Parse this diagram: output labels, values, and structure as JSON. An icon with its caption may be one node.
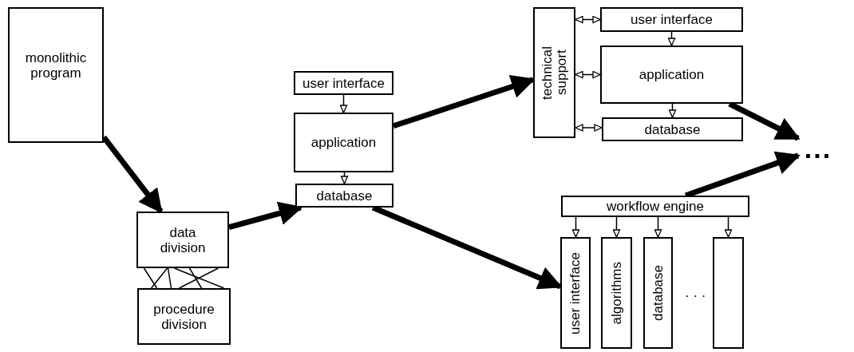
{
  "diagram": {
    "nodes": [
      {
        "text": [
          "monolithic program"
        ]
      },
      {
        "text": [
          "data division"
        ]
      },
      {
        "text": [
          "procedure division"
        ]
      },
      {
        "text": [
          "user interface"
        ]
      },
      {
        "text": [
          "application"
        ]
      },
      {
        "text": [
          "database"
        ]
      },
      {
        "text": [
          "technical support"
        ]
      },
      {
        "text": [
          "user interface"
        ]
      },
      {
        "text": [
          "application"
        ]
      },
      {
        "text": [
          "database"
        ]
      },
      {
        "text": [
          "workflow engine"
        ]
      },
      {
        "text": [
          "user interface"
        ]
      },
      {
        "text": [
          "algorithms"
        ]
      },
      {
        "text": [
          "database"
        ]
      },
      {
        "text": [],
        "shape": "box"
      },
      {
        "text": [
          "..."
        ]
      }
    ],
    "edges": [
      {
        "from": 0,
        "to": 1,
        "arrow": "to",
        "style": "thick"
      },
      {
        "from": 1,
        "to": 2,
        "arrow": "none"
      },
      {
        "from": 1,
        "to": 2,
        "arrow": "none"
      },
      {
        "from": 1,
        "to": 2,
        "arrow": "none"
      },
      {
        "from": 1,
        "to": 2,
        "arrow": "none"
      },
      {
        "from": 1,
        "to": 2,
        "arrow": "none"
      },
      {
        "from": 1,
        "to": 2,
        "arrow": "none"
      },
      {
        "from": 1,
        "to": 5,
        "arrow": "to",
        "style": "thick"
      },
      {
        "from": 3,
        "to": 4,
        "arrow": "to"
      },
      {
        "from": 4,
        "to": 5,
        "arrow": "to"
      },
      {
        "from": 4,
        "to": 6,
        "arrow": "to",
        "style": "thick"
      },
      {
        "from": 5,
        "to": 11,
        "arrow": "to",
        "style": "thick"
      },
      {
        "from": 6,
        "to": 7,
        "arrow": "both"
      },
      {
        "from": 6,
        "to": 8,
        "arrow": "both"
      },
      {
        "from": 6,
        "to": 9,
        "arrow": "both"
      },
      {
        "from": 7,
        "to": 8,
        "arrow": "to"
      },
      {
        "from": 8,
        "to": 9,
        "arrow": "to"
      },
      {
        "from": 10,
        "to": 11,
        "arrow": "to"
      },
      {
        "from": 10,
        "to": 12,
        "arrow": "to"
      },
      {
        "from": 10,
        "to": 13,
        "arrow": "to"
      },
      {
        "from": 10,
        "to": 14,
        "arrow": "to"
      },
      {
        "from": 8,
        "to": 15,
        "arrow": "to",
        "style": "thick"
      },
      {
        "from": 10,
        "to": 15,
        "arrow": "to",
        "style": "thick"
      }
    ],
    "labels": [
      "· · ·"
    ]
  }
}
